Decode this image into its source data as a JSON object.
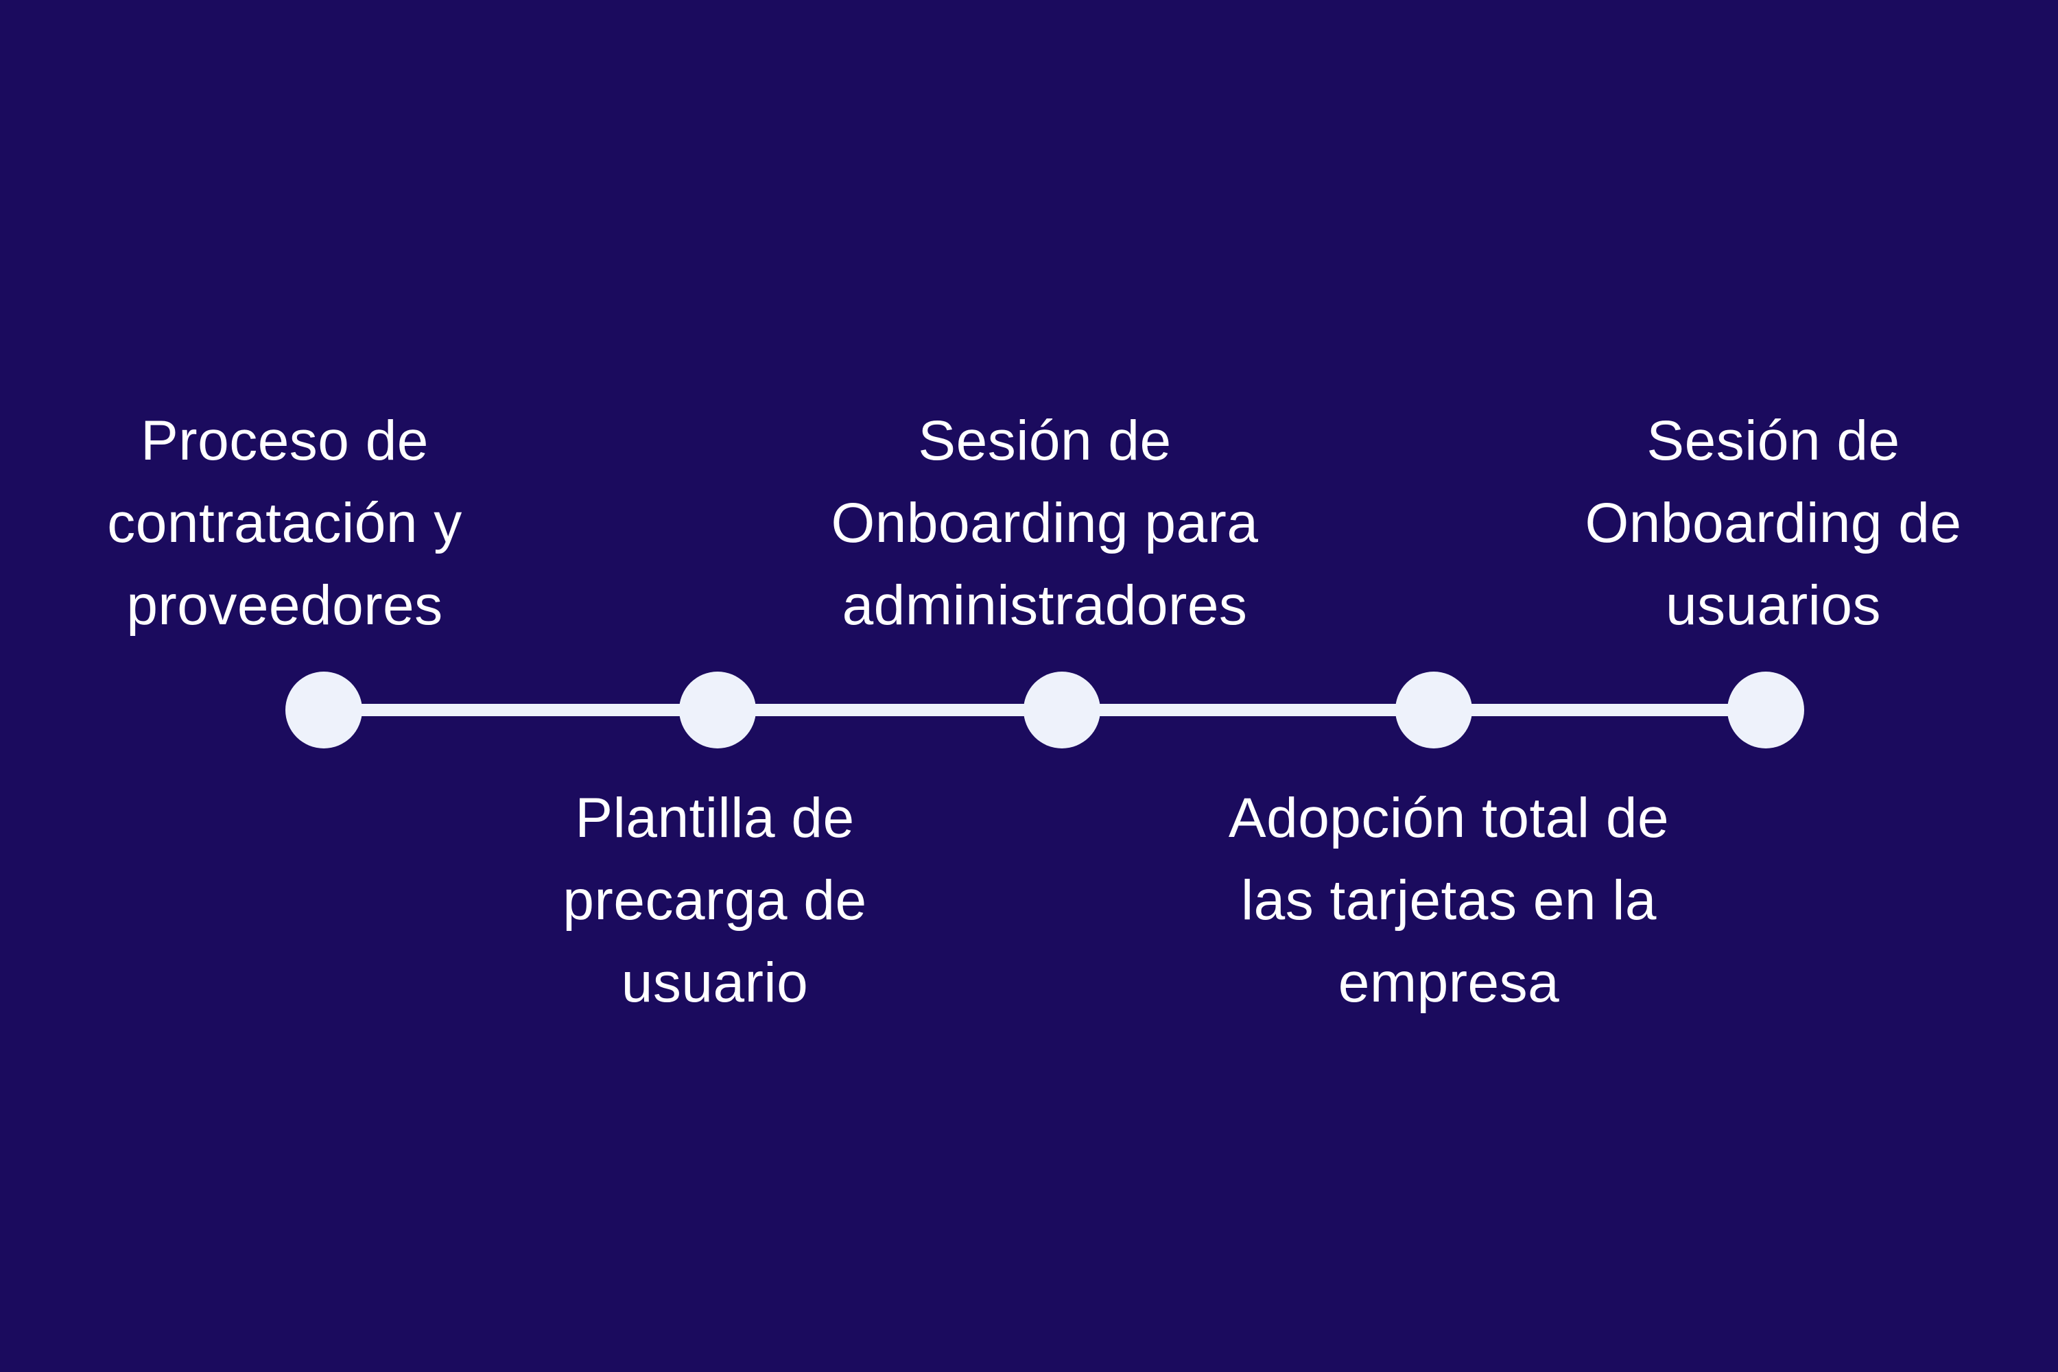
{
  "colors": {
    "background": "#1b0b5e",
    "line": "#eef2fb",
    "node": "#eef2fb",
    "text": "#ffffff"
  },
  "timeline": {
    "steps": [
      {
        "lines": [
          "Proceso de",
          "contratación y",
          "proveedores"
        ],
        "position": "above"
      },
      {
        "lines": [
          "Plantilla de",
          "precarga de",
          "usuario"
        ],
        "position": "below"
      },
      {
        "lines": [
          "Sesión de",
          "Onboarding para",
          "administradores"
        ],
        "position": "above"
      },
      {
        "lines": [
          "Adopción total de",
          "las tarjetas en la",
          "empresa"
        ],
        "position": "below"
      },
      {
        "lines": [
          "Sesión de",
          "Onboarding de",
          "usuarios"
        ],
        "position": "above"
      }
    ]
  }
}
